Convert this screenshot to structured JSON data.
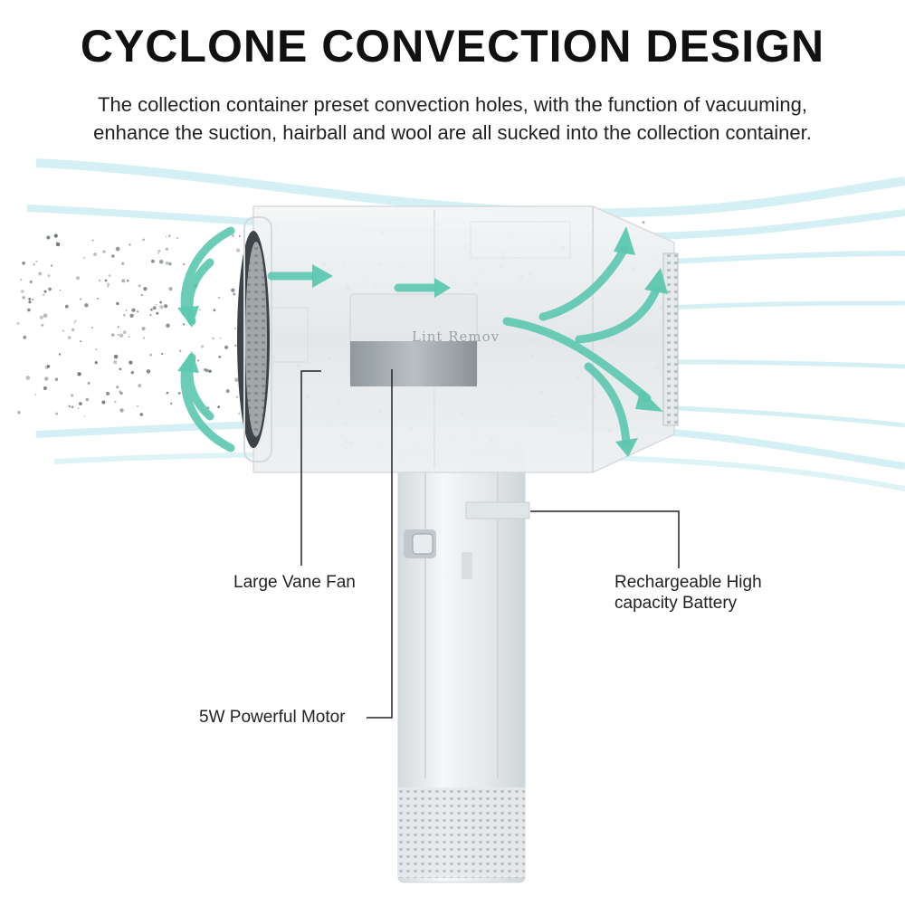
{
  "heading": "CYCLONE CONVECTION DESIGN",
  "description": "The collection container preset convection holes, with the function of vacuuming, enhance the suction, hairball and wool are all sucked into the collection container.",
  "product_mark": "Lint Remov",
  "callouts": {
    "fan": "Large Vane Fan",
    "motor": "5W Powerful Motor",
    "battery_line1": "Rechargeable High",
    "battery_line2": "capacity Battery"
  },
  "colors": {
    "airflow": "#5cc8b0",
    "airflow_light": "#cdeef0",
    "body": "#e9ecee",
    "leader": "#222222"
  }
}
